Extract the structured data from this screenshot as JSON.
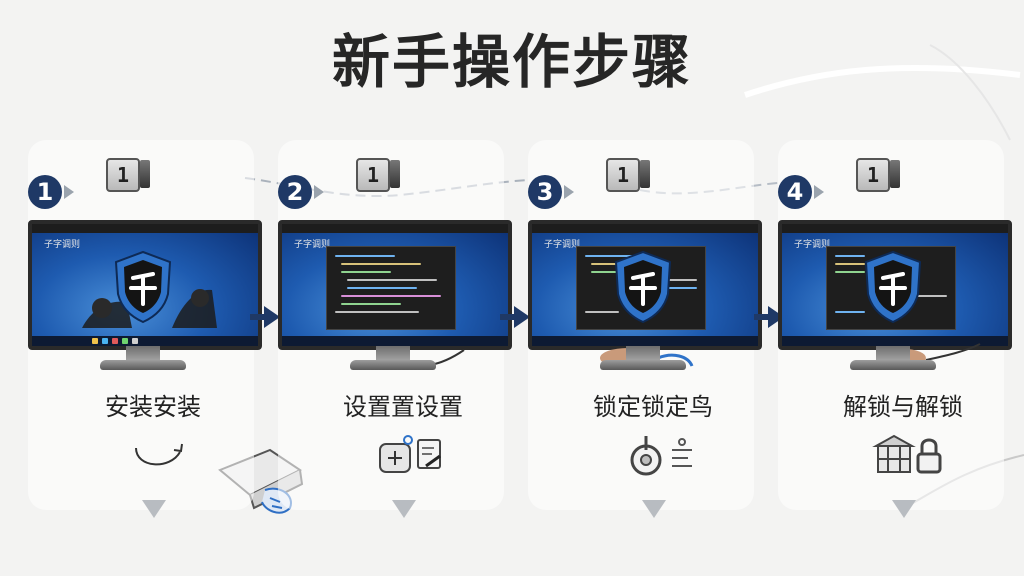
{
  "title": "新手操作步骤",
  "key_label": "1",
  "screen_app_title": "子字调则",
  "colors": {
    "badge": "#1f3966",
    "flow_arrow": "#1f3966",
    "shield_blue": "#2f73c9",
    "text": "#222222"
  },
  "steps": [
    {
      "number": "1",
      "label": "安装安装",
      "screen": "desktop",
      "sub_icons": [
        "curved-arrow-icon"
      ]
    },
    {
      "number": "2",
      "label": "设置置设置",
      "screen": "code",
      "sub_icons": [
        "add-box-icon",
        "document-edit-icon"
      ]
    },
    {
      "number": "3",
      "label": "锁定锁定鸟",
      "screen": "code",
      "sub_icons": [
        "lock-dial-icon",
        "list-icon"
      ]
    },
    {
      "number": "4",
      "label": "解锁与解锁",
      "screen": "code",
      "sub_icons": [
        "grid-building-icon",
        "padlock-icon"
      ]
    }
  ]
}
